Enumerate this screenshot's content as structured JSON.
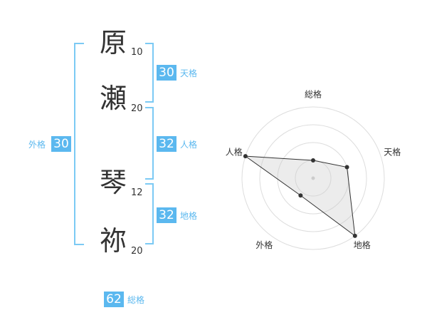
{
  "name": {
    "chars": [
      {
        "char": "原",
        "strokes": "10"
      },
      {
        "char": "瀬",
        "strokes": "20"
      },
      {
        "char": "琴",
        "strokes": "12"
      },
      {
        "char": "祢",
        "strokes": "20"
      }
    ]
  },
  "grids": {
    "tenkaku": {
      "label": "天格",
      "value": "30"
    },
    "jinkaku": {
      "label": "人格",
      "value": "32"
    },
    "chikaku": {
      "label": "地格",
      "value": "32"
    },
    "gaikaku": {
      "label": "外格",
      "value": "30"
    },
    "soukaku": {
      "label": "総格",
      "value": "62"
    }
  },
  "colors": {
    "accent": "#5bb8ef",
    "bracket": "#7ccaf4",
    "text": "#333333"
  },
  "chart_data": {
    "type": "radar",
    "axes": [
      "総格",
      "天格",
      "地格",
      "外格",
      "人格"
    ],
    "values": [
      1,
      2,
      4,
      1.2,
      4
    ],
    "rmax": 4
  }
}
